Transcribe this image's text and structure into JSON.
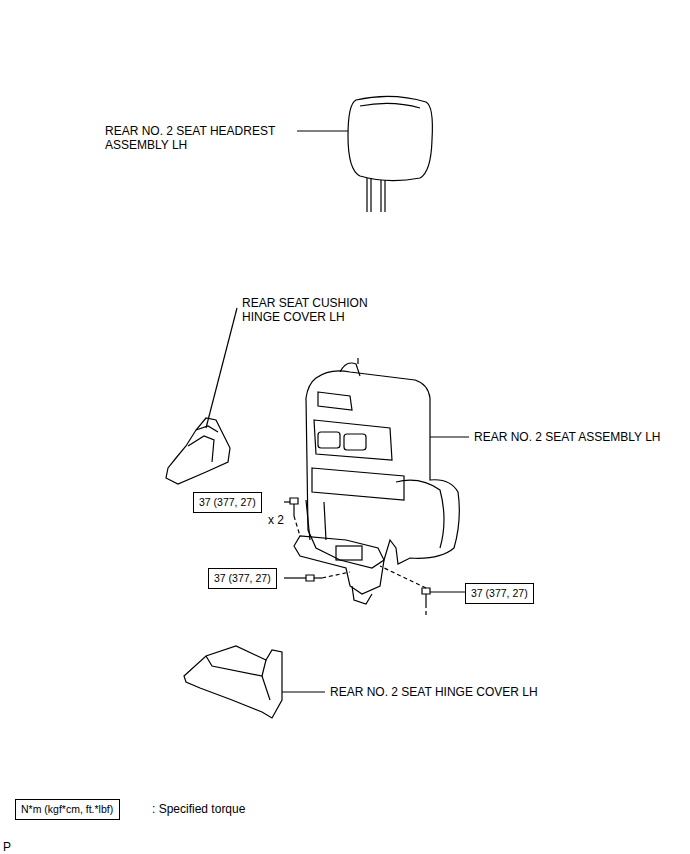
{
  "diagram": {
    "nodes": [
      {
        "text": [
          "37 (377, 27)"
        ]
      },
      {
        "text": [
          "37 (377, 27)"
        ]
      },
      {
        "text": [
          "37 (377, 27)"
        ]
      },
      {
        "text": [
          "N*m (kgf*cm, ft.*lbf)"
        ]
      }
    ],
    "labels": [
      "REAR NO. 2 SEAT HEADREST ASSEMBLY LH",
      "REAR SEAT CUSHION HINGE COVER LH",
      "REAR NO. 2 SEAT ASSEMBLY LH",
      "x 2",
      "REAR NO. 2 SEAT HINGE COVER LH",
      ": Specified torque",
      "P"
    ]
  }
}
